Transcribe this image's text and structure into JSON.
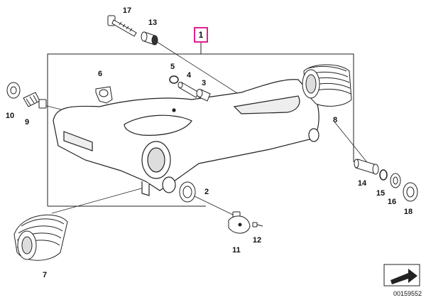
{
  "callouts": {
    "p1": "1",
    "p2": "2",
    "p3": "3",
    "p4": "4",
    "p5": "5",
    "p6": "6",
    "p7": "7",
    "p8": "8",
    "p9": "9",
    "p10": "10",
    "p11": "11",
    "p12": "12",
    "p13": "13",
    "p14": "14",
    "p15": "15",
    "p16": "16",
    "p17": "17",
    "p18": "18"
  },
  "highlight_color": "#e0208c",
  "diagram_id": "00159552",
  "icons": {
    "nav": "arrow-icon"
  }
}
